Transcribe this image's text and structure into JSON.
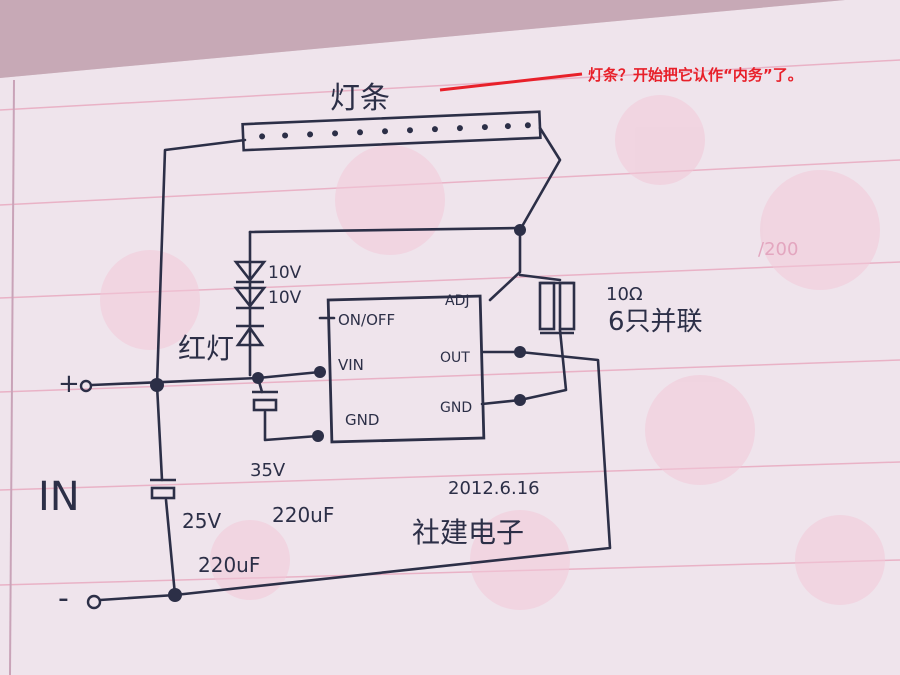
{
  "annotation": {
    "text": "灯条？开始把它认作“内务”了。",
    "color": "#e8202a"
  },
  "watermark": "/200",
  "labels": {
    "light_strip": "灯条",
    "zener_upper": "10V",
    "zener_lower": "10V",
    "red_led": "红灯",
    "input": "IN",
    "plus": "+",
    "minus": "-",
    "cap_small_voltage": "35V",
    "cap_small_value": "220uF",
    "cap_big_voltage": "25V",
    "cap_big_value": "220uF",
    "resistor": "10Ω",
    "resistor_note": "6只并联",
    "date": "2012.6.16",
    "author": "社建电子"
  },
  "ic": {
    "pin_on_off": "ON/OFF",
    "pin_vin": "VIN",
    "pin_gnd_left": "GND",
    "pin_adj": "ADJ",
    "pin_out": "OUT",
    "pin_gnd_right": "GND"
  },
  "colors": {
    "ink": "#2c2f47",
    "paper": "#efe4ec",
    "rule_line": "#e9b2c6",
    "margin_line": "#c9a3b8"
  }
}
